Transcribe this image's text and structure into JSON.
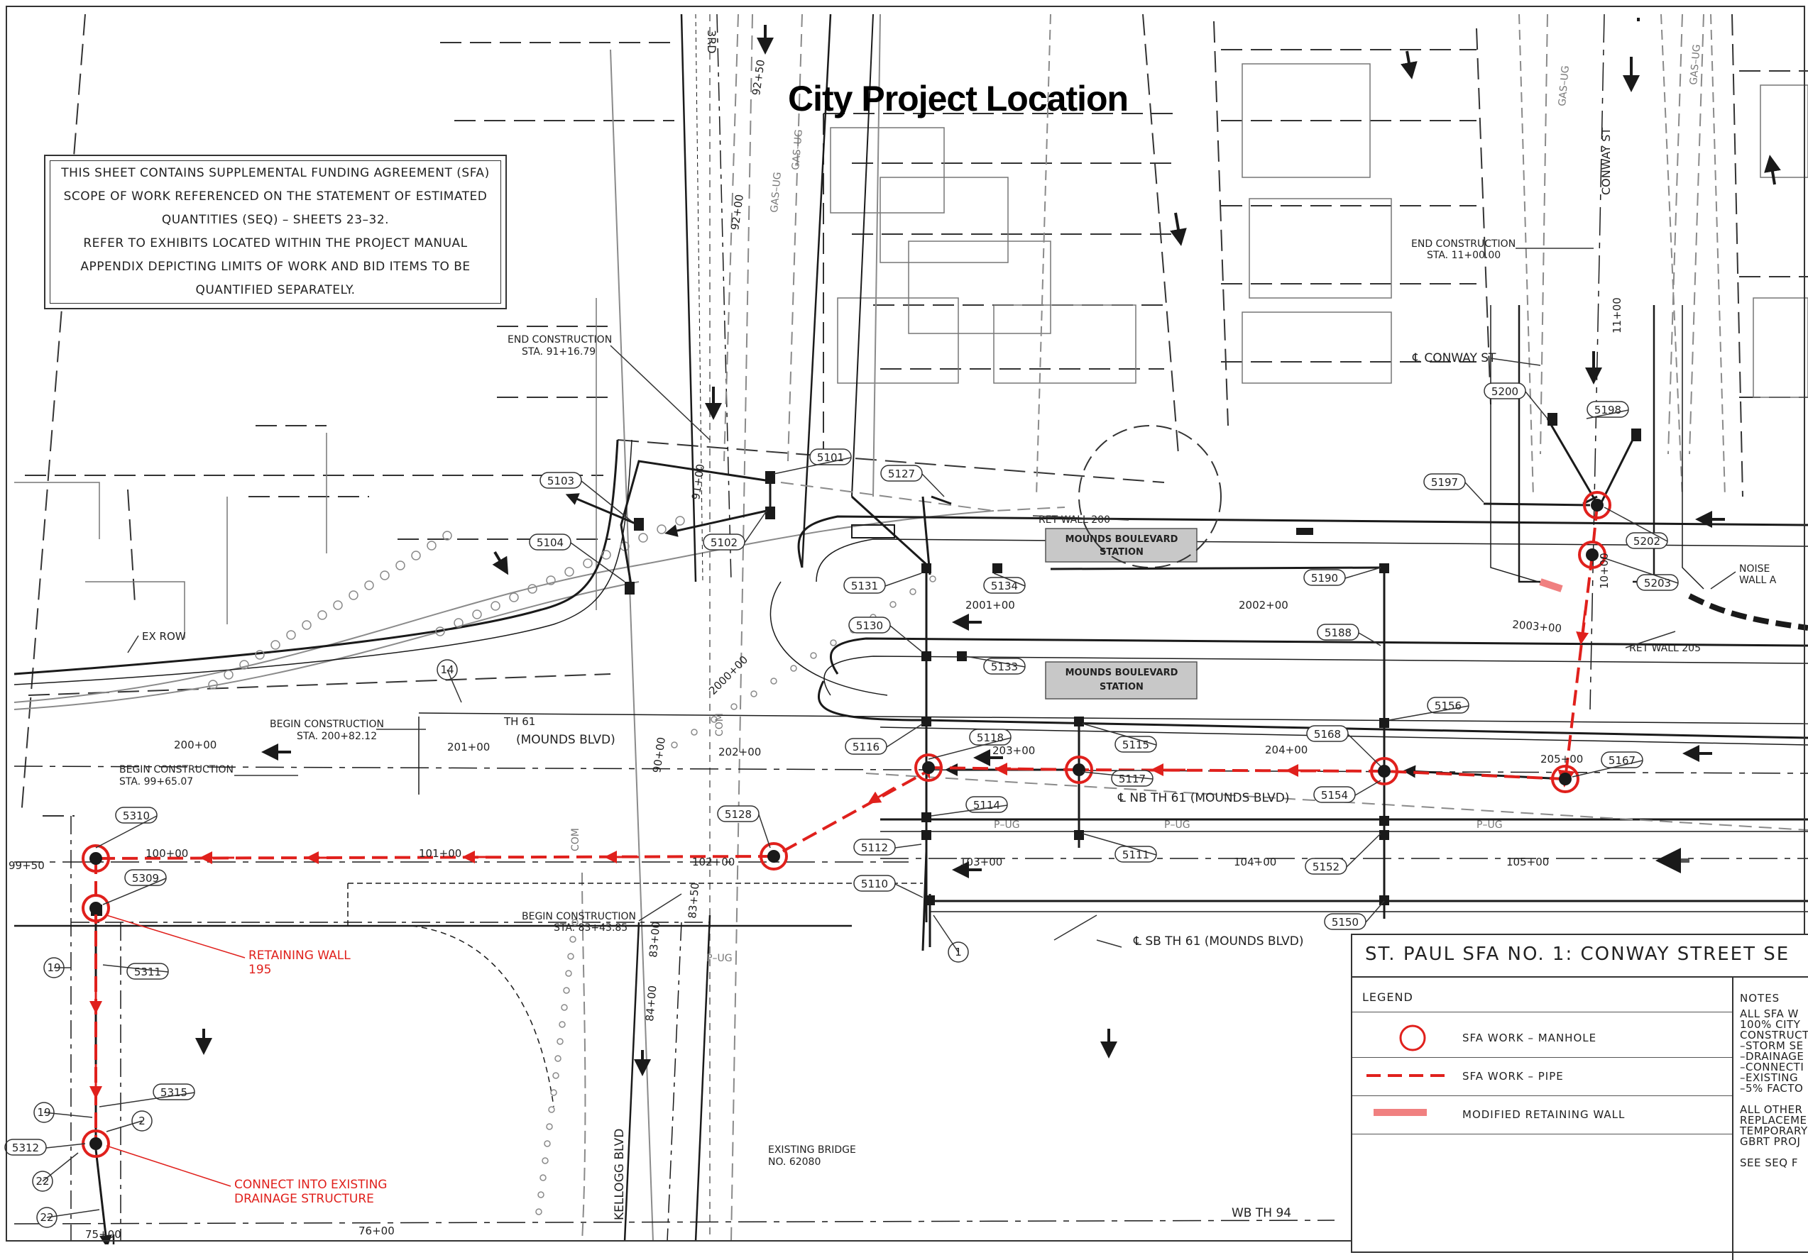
{
  "title": "City Project Location",
  "note_box": {
    "lines": [
      "THIS SHEET CONTAINS SUPPLEMENTAL FUNDING AGREEMENT (SFA)",
      "SCOPE OF WORK REFERENCED ON THE STATEMENT OF ESTIMATED",
      "QUANTITIES (SEQ) – SHEETS 23–32.",
      "REFER TO EXHIBITS LOCATED WITHIN THE PROJECT MANUAL",
      "APPENDIX DEPICTING LIMITS OF WORK AND BID ITEMS TO BE",
      "QUANTIFIED SEPARATELY."
    ]
  },
  "title_block": {
    "title": "ST. PAUL SFA NO. 1: CONWAY STREET SE",
    "legend_title": "LEGEND",
    "legend": [
      {
        "label": "SFA WORK – MANHOLE",
        "symbol": "manhole"
      },
      {
        "label": "SFA WORK – PIPE",
        "symbol": "pipe"
      },
      {
        "label": "MODIFIED RETAINING WALL",
        "symbol": "wall"
      }
    ],
    "notes_title": "NOTES",
    "notes_text": "ALL SFA W\n100% CITY\nCONSTRUCT\n–STORM SE\n–DRAINAGE\n–CONNECTI\n–EXISTING\n–5% FACTO\n\nALL OTHER\nREPLACEME\nTEMPORARY\nGBRT PROJ\n\nSEE SEQ F"
  },
  "colors": {
    "sfa_red": "#e0201c",
    "wall_pink": "#f08080",
    "line": "#1a1a1a",
    "gray": "#8a8a8a",
    "station_fill": "#c8c8c8"
  },
  "labels": {
    "structures": [
      "5101",
      "5102",
      "5103",
      "5104",
      "5110",
      "5111",
      "5112",
      "5114",
      "5115",
      "5116",
      "5117",
      "5118",
      "5127",
      "5128",
      "5130",
      "5131",
      "5133",
      "5134",
      "5150",
      "5152",
      "5154",
      "5156",
      "5167",
      "5168",
      "5188",
      "5190",
      "5197",
      "5198",
      "5200",
      "5202",
      "5203",
      "5309",
      "5310",
      "5311",
      "5312",
      "5315"
    ],
    "stations": [
      "92+50",
      "92+00",
      "91+00",
      "90+00",
      "84+00",
      "83+50",
      "83+00",
      "2000+00",
      "2001+00",
      "2002+00",
      "2003+00",
      "200+00",
      "201+00",
      "202+00",
      "203+00",
      "204+00",
      "205+00",
      "99+50",
      "100+00",
      "101+00",
      "102+00",
      "103+00",
      "104+00",
      "105+00",
      "76+00",
      "75+00",
      "11+00",
      "10+00"
    ],
    "end_construction_1": "END CONSTRUCTION",
    "end_construction_1_sta": "STA. 91+16.79",
    "end_construction_2": "END CONSTRUCTION",
    "end_construction_2_sta": "STA. 11+00.00",
    "begin_construction_1": "BEGIN CONSTRUCTION",
    "begin_construction_1_sta": "STA. 200+82.12",
    "begin_construction_2": "BEGIN CONSTRUCTION",
    "begin_construction_2_sta": "STA. 99+65.07",
    "begin_construction_3": "BEGIN CONSTRUCTION",
    "begin_construction_3_sta": "STA. 83+43.85",
    "station_name": "MOUNDS BOULEVARD",
    "station_word": "STATION",
    "ret_wall_200": "RET WALL 200",
    "ret_wall_205": "RET WALL 205",
    "noise_wall": "NOISE",
    "noise_wall_2": "WALL A",
    "conway_st": "CONWAY ST",
    "conway_cl": "℄ CONWAY ST",
    "ex_row": "EX ROW",
    "th61": "TH 61",
    "mounds_blvd": "(MOUNDS BLVD)",
    "nb_th61": "℄ NB TH 61 (MOUNDS BLVD)",
    "sb_th61": "℄ SB TH 61 (MOUNDS BLVD)",
    "kellogg": "KELLOGG BLVD",
    "existing_bridge": "EXISTING BRIDGE",
    "existing_bridge_no": "NO. 62080",
    "wb_th94": "WB TH 94",
    "retaining_wall": "RETAINING WALL",
    "retaining_wall_no": "195",
    "connect_into": "CONNECT INTO EXISTING",
    "connect_into_2": "DRAINAGE STRUCTURE",
    "third": "3RD",
    "gas_ug": "GAS–UG",
    "p_ug": "P–UG",
    "com": "COM",
    "callouts": [
      "14",
      "19",
      "19",
      "22",
      "22",
      "1",
      "2"
    ]
  }
}
